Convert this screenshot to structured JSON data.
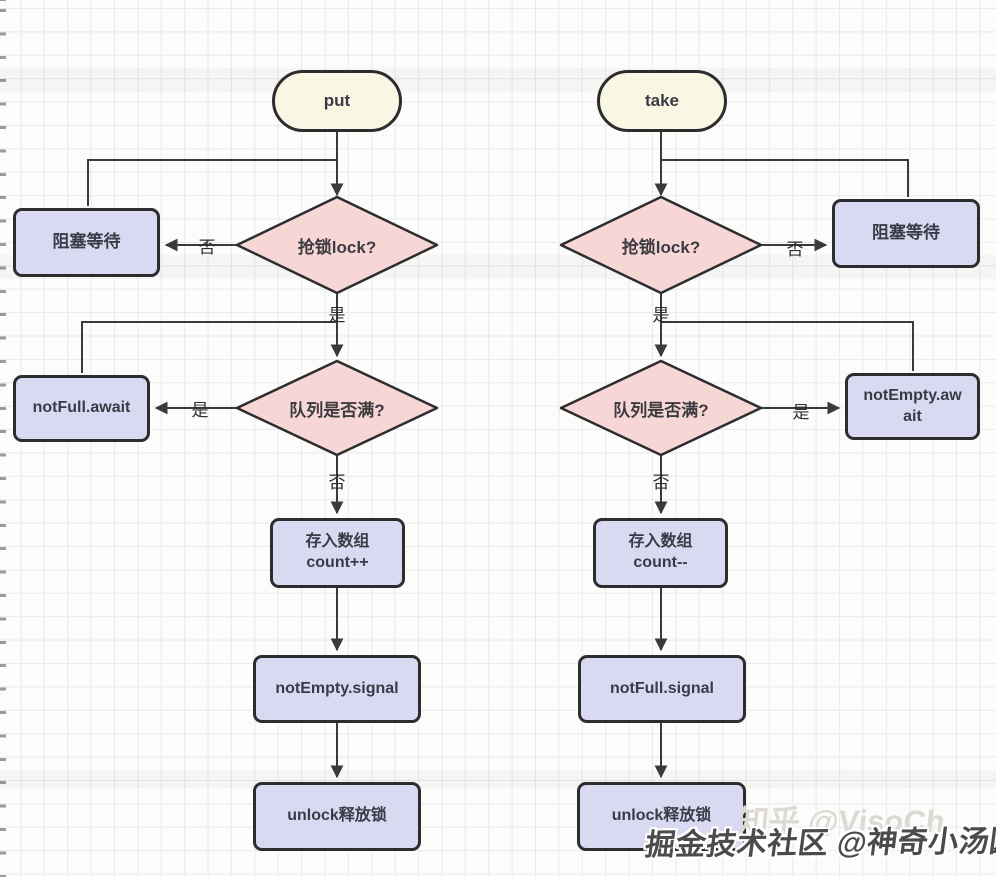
{
  "colors": {
    "background": "#fcfcfb",
    "grid_line": "#e9e9ee",
    "node_border": "#2d2d30",
    "process_fill": "#d9d9f2",
    "decision_fill": "#f7d7d6",
    "terminal_fill": "#faf6e4",
    "connector": "#3a3a3a",
    "node_text": "#3b3b47"
  },
  "flows": {
    "put": {
      "start_label": "put",
      "lock_decision": "抢锁lock?",
      "lock_no_label": "否",
      "block_wait": "阻塞等待",
      "lock_yes_label": "是",
      "full_decision": "队列是否满?",
      "full_yes_label": "是",
      "await_action": "notFull.await",
      "full_no_label": "否",
      "store_line1": "存入数组",
      "store_line2": "count++",
      "signal_action": "notEmpty.signal",
      "unlock_action": "unlock释放锁"
    },
    "take": {
      "start_label": "take",
      "lock_decision": "抢锁lock?",
      "lock_no_label": "否",
      "block_wait": "阻塞等待",
      "lock_yes_label": "是",
      "full_decision": "队列是否满?",
      "full_yes_label": "是",
      "await_action": "notEmpty.await",
      "full_no_label": "否",
      "store_line1": "存入数组",
      "store_line2": "count--",
      "signal_action": "notFull.signal",
      "unlock_action": "unlock释放锁"
    }
  },
  "watermarks": {
    "primary": "掘金技术社区 @神奇小汤圆",
    "secondary": "知乎 @VisoCh"
  }
}
